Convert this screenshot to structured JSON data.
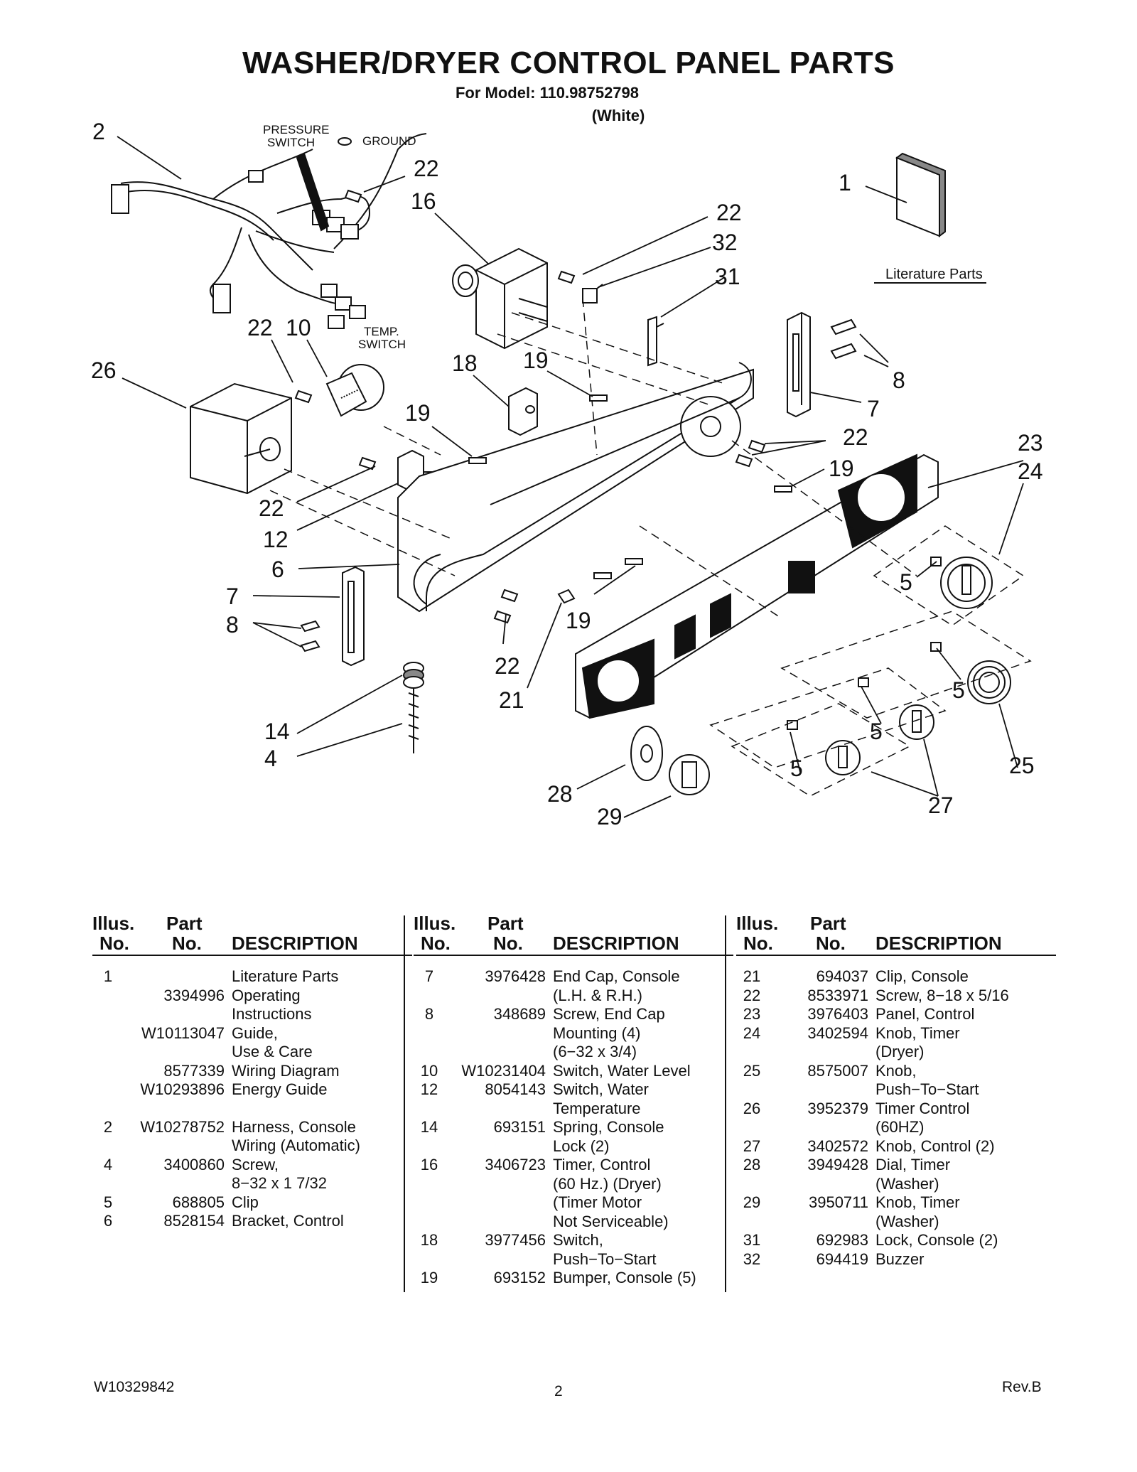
{
  "header": {
    "title": "WASHER/DRYER CONTROL PANEL PARTS",
    "model": "For Model: 110.98752798",
    "color": "(White)"
  },
  "diagram": {
    "labels": {
      "pressure_switch_1": "PRESSURE",
      "pressure_switch_2": "SWITCH",
      "ground": "GROUND",
      "temp_switch_1": "TEMP.",
      "temp_switch_2": "SWITCH",
      "literature_parts": "Literature Parts"
    },
    "callouts": [
      "2",
      "22",
      "16",
      "1",
      "22",
      "32",
      "31",
      "22",
      "10",
      "26",
      "18",
      "19",
      "8",
      "7",
      "19",
      "22",
      "23",
      "24",
      "19",
      "22",
      "12",
      "6",
      "7",
      "8",
      "5",
      "19",
      "22",
      "21",
      "5",
      "5",
      "14",
      "4",
      "25",
      "28",
      "5",
      "27",
      "29"
    ]
  },
  "table_headers": {
    "illus_line1": "Illus.",
    "illus_line2": "No.",
    "part_line1": "Part",
    "part_line2": "No.",
    "description": "DESCRIPTION"
  },
  "columns": [
    [
      {
        "illus": "1",
        "part": "",
        "desc": "Literature Parts"
      },
      {
        "illus": "",
        "part": "3394996",
        "desc": "Operating\nInstructions"
      },
      {
        "illus": "",
        "part": "W10113047",
        "desc": "Guide,\nUse & Care"
      },
      {
        "illus": "",
        "part": "8577339",
        "desc": "Wiring Diagram"
      },
      {
        "illus": "",
        "part": "W10293896",
        "desc": "Energy Guide"
      },
      {
        "illus": "",
        "part": "",
        "desc": ""
      },
      {
        "illus": "2",
        "part": "W10278752",
        "desc": "Harness, Console\nWiring (Automatic)"
      },
      {
        "illus": "4",
        "part": "3400860",
        "desc": "Screw,\n8−32 x 1 7/32"
      },
      {
        "illus": "5",
        "part": "688805",
        "desc": "Clip"
      },
      {
        "illus": "6",
        "part": "8528154",
        "desc": "Bracket, Control"
      }
    ],
    [
      {
        "illus": "7",
        "part": "3976428",
        "desc": "End Cap, Console\n(L.H. & R.H.)"
      },
      {
        "illus": "8",
        "part": "348689",
        "desc": "Screw, End Cap\nMounting (4)\n(6−32 x 3/4)"
      },
      {
        "illus": "10",
        "part": "W10231404",
        "desc": "Switch, Water Level"
      },
      {
        "illus": "12",
        "part": "8054143",
        "desc": "Switch, Water\nTemperature"
      },
      {
        "illus": "14",
        "part": "693151",
        "desc": "Spring, Console\nLock (2)"
      },
      {
        "illus": "16",
        "part": "3406723",
        "desc": "Timer, Control\n(60 Hz.) (Dryer)\n(Timer Motor\nNot Serviceable)"
      },
      {
        "illus": "18",
        "part": "3977456",
        "desc": "Switch,\nPush−To−Start"
      },
      {
        "illus": "19",
        "part": "693152",
        "desc": "Bumper, Console (5)"
      }
    ],
    [
      {
        "illus": "21",
        "part": "694037",
        "desc": "Clip, Console"
      },
      {
        "illus": "22",
        "part": "8533971",
        "desc": "Screw, 8−18 x 5/16"
      },
      {
        "illus": "23",
        "part": "3976403",
        "desc": "Panel, Control"
      },
      {
        "illus": "24",
        "part": "3402594",
        "desc": "Knob, Timer\n(Dryer)"
      },
      {
        "illus": "25",
        "part": "8575007",
        "desc": "Knob,\nPush−To−Start"
      },
      {
        "illus": "26",
        "part": "3952379",
        "desc": "Timer Control\n(60HZ)"
      },
      {
        "illus": "27",
        "part": "3402572",
        "desc": "Knob, Control (2)"
      },
      {
        "illus": "28",
        "part": "3949428",
        "desc": "Dial, Timer\n(Washer)"
      },
      {
        "illus": "29",
        "part": "3950711",
        "desc": "Knob, Timer\n(Washer)"
      },
      {
        "illus": "31",
        "part": "692983",
        "desc": "Lock, Console (2)"
      },
      {
        "illus": "32",
        "part": "694419",
        "desc": "Buzzer"
      }
    ]
  ],
  "footer": {
    "doc_number": "W10329842",
    "page": "2",
    "revision": "Rev.B"
  }
}
